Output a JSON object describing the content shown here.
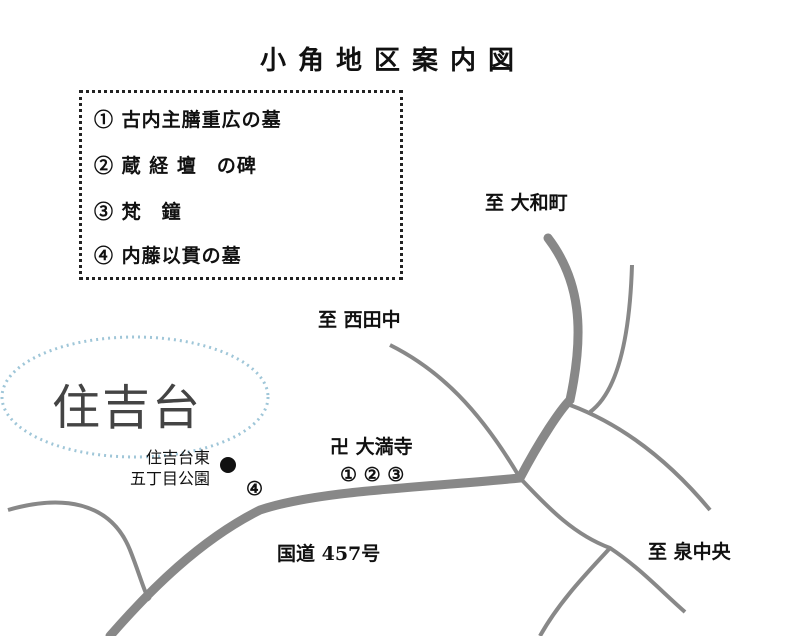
{
  "title": "小角地区案内図",
  "legend": {
    "items": [
      "① 古内主膳重広の墓",
      "② 蔵 経 壇　の碑",
      "③ 梵　鐘",
      "④ 内藤以貫の墓"
    ]
  },
  "labels": {
    "yamato": "至 大和町",
    "nishitanaka": "至 西田中",
    "izumichuo": "至 泉中央",
    "route": "国道 457号",
    "temple": "卍 大満寺",
    "temple_markers": "① ② ③",
    "marker4": "④",
    "area": "住吉台",
    "park_line1": "住吉台東",
    "park_line2": "五丁目公園"
  },
  "colors": {
    "road": "#888888",
    "area_outline": "#9fc6d8"
  }
}
